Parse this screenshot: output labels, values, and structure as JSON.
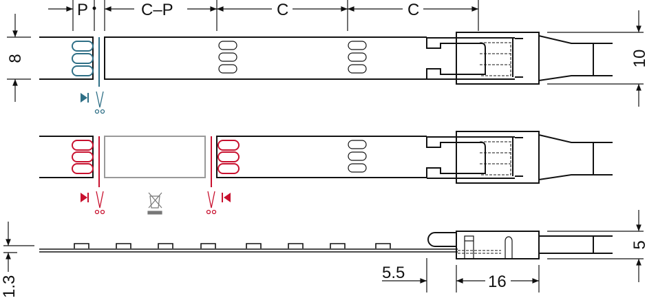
{
  "dimensions": {
    "pitch": "P",
    "cut_spacing": "C–P",
    "segment_1": "C",
    "segment_2": "C",
    "strip_width": "8",
    "connector_width": "10",
    "connector_height": "5",
    "strip_thickness": "1.3",
    "clip_offset": "5.5",
    "connector_length": "16"
  },
  "colors": {
    "cut_mark_top": "#2e6f86",
    "cut_mark_middle": "#c8102e",
    "line": "#111111"
  },
  "icons": [
    "diode-icon",
    "scissors-icon",
    "crossed-bin-icon"
  ]
}
